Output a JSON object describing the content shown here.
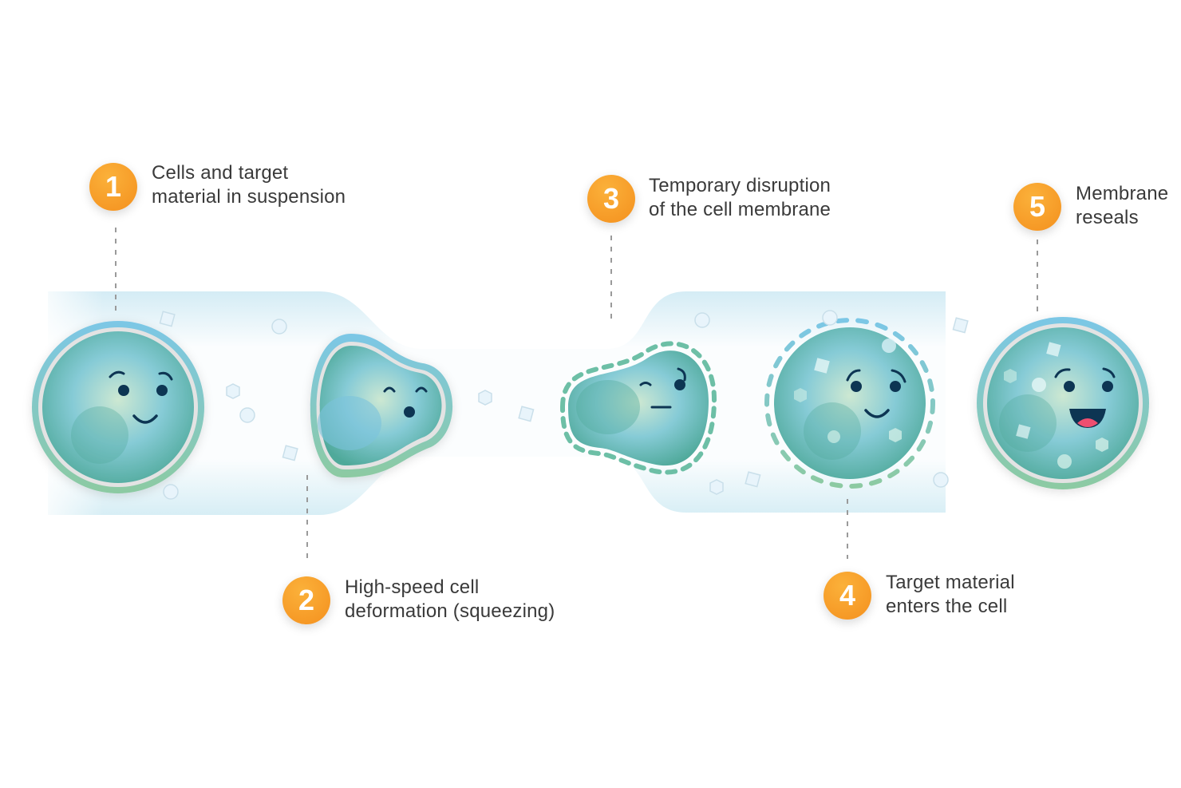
{
  "steps": [
    {
      "number": "1",
      "line1": "Cells and target",
      "line2": "material in suspension"
    },
    {
      "number": "2",
      "line1": "High-speed cell",
      "line2": "deformation (squeezing)"
    },
    {
      "number": "3",
      "line1": "Temporary disruption",
      "line2": "of the cell membrane"
    },
    {
      "number": "4",
      "line1": "Target material",
      "line2": "enters the cell"
    },
    {
      "number": "5",
      "line1": "Membrane",
      "line2": "reseals"
    }
  ],
  "colors": {
    "badge": "#f6961f",
    "channel": "#d6eef6",
    "cell_blue": "#8fd0ea",
    "cell_green": "#5fb3a0",
    "face": "#0d3553",
    "tongue": "#ee4f6f"
  }
}
